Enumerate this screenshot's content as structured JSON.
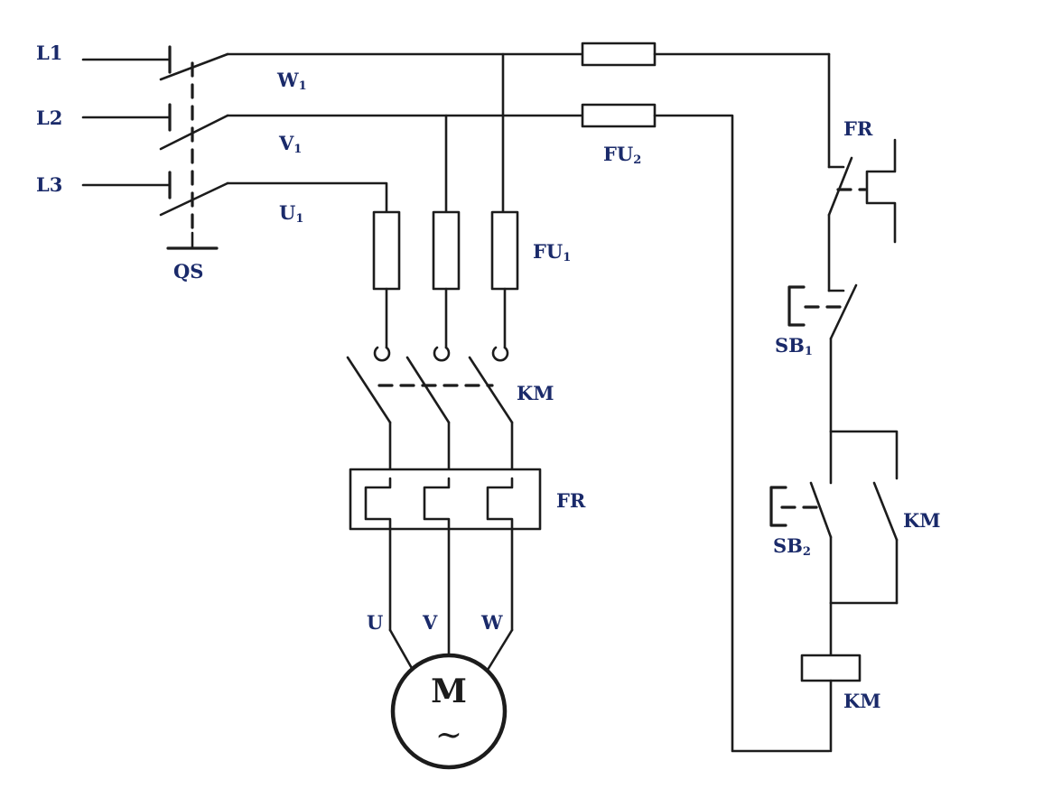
{
  "labels": {
    "L1": "L1",
    "L2": "L2",
    "L3": "L3",
    "QS": "QS",
    "W1": "W",
    "W1_sub": "1",
    "V1": "V",
    "V1_sub": "1",
    "U1": "U",
    "U1_sub": "1",
    "FU1": "FU",
    "FU1_sub": "1",
    "FU2": "FU",
    "FU2_sub": "2",
    "KM_main": "KM",
    "FR_main": "FR",
    "U": "U",
    "V": "V",
    "W": "W",
    "M": "M",
    "tilde": "~",
    "FR_ctrl": "FR",
    "SB1": "SB",
    "SB1_sub": "1",
    "SB2": "SB",
    "SB2_sub": "2",
    "KM_aux": "KM",
    "KM_coil": "KM"
  },
  "colors": {
    "wire": "#1c1c1c",
    "label": "#1a2a6a"
  }
}
